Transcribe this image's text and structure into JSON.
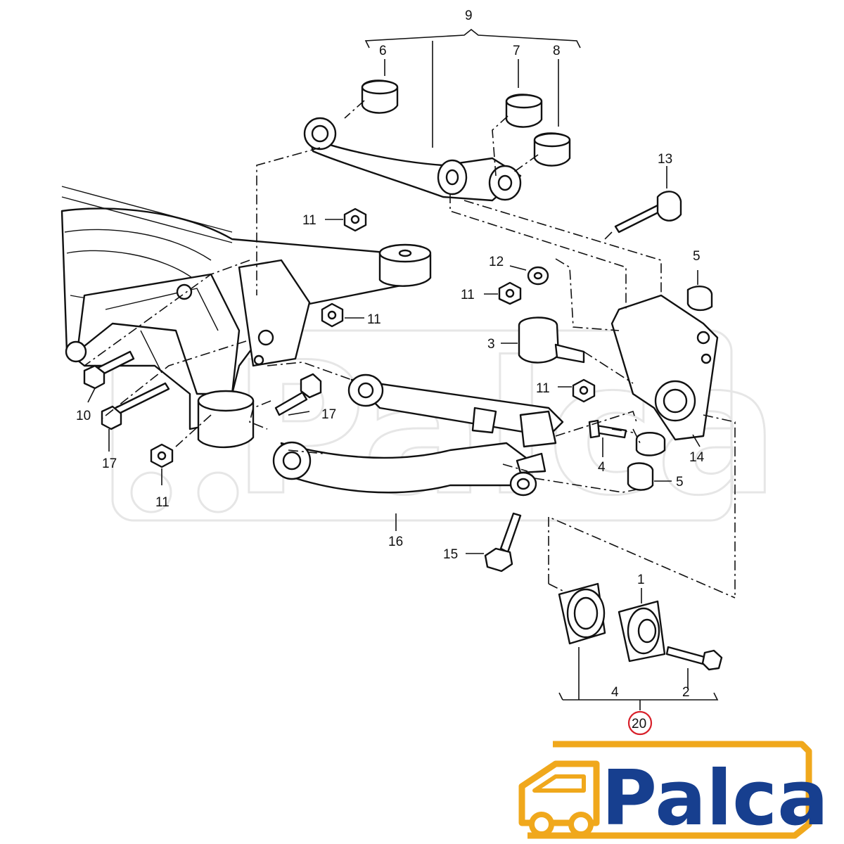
{
  "diagram": {
    "callouts": [
      {
        "id": "9",
        "text": "9"
      },
      {
        "id": "6",
        "text": "6"
      },
      {
        "id": "7",
        "text": "7"
      },
      {
        "id": "8",
        "text": "8"
      },
      {
        "id": "13",
        "text": "13"
      },
      {
        "id": "11a",
        "text": "11"
      },
      {
        "id": "12",
        "text": "12"
      },
      {
        "id": "11b",
        "text": "11"
      },
      {
        "id": "5a",
        "text": "5"
      },
      {
        "id": "11c",
        "text": "11"
      },
      {
        "id": "3",
        "text": "3"
      },
      {
        "id": "11d",
        "text": "11"
      },
      {
        "id": "10",
        "text": "10"
      },
      {
        "id": "17a",
        "text": "17"
      },
      {
        "id": "17b",
        "text": "17"
      },
      {
        "id": "14",
        "text": "14"
      },
      {
        "id": "4a",
        "text": "4"
      },
      {
        "id": "5b",
        "text": "5"
      },
      {
        "id": "11e",
        "text": "11"
      },
      {
        "id": "16",
        "text": "16"
      },
      {
        "id": "15",
        "text": "15"
      },
      {
        "id": "1",
        "text": "1"
      },
      {
        "id": "2",
        "text": "2"
      },
      {
        "id": "4b",
        "text": "4"
      },
      {
        "id": "20",
        "text": "20"
      }
    ],
    "highlight_color": "#d8202a"
  },
  "watermark": {
    "text": "Palca"
  },
  "logo": {
    "text": "Palca",
    "text_color": "#173f8f",
    "accent_color": "#f0a81c"
  }
}
